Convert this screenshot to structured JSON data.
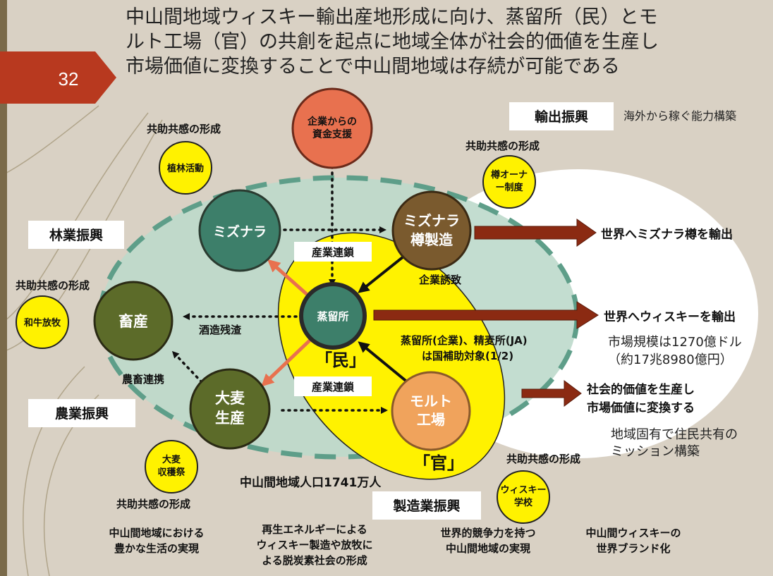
{
  "slide": {
    "number": "32",
    "title_lines": [
      "中山間地域ウィスキー輸出産地形成に向け、蒸留所（民）とモ",
      "ルト工場（官）の共創を起点に地域全体が社会的価値を生産し",
      "市場価値に変換することで中山間地域は存続が可能である"
    ]
  },
  "nodes": {
    "corporate_funding": [
      "企業からの",
      "資金支援"
    ],
    "mizunara": "ミズナラ",
    "mizunara_barrel": [
      "ミズナラ",
      "樽製造"
    ],
    "distillery": "蒸留所",
    "livestock": "畜産",
    "barley": [
      "大麦",
      "生産"
    ],
    "malt_factory": [
      "モルト",
      "工場"
    ]
  },
  "small_nodes": {
    "afforestation": "植林活動",
    "barrel_owner": [
      "樽オーナ",
      "ー制度"
    ],
    "wagyu": "和牛放牧",
    "barley_festival": [
      "大麦",
      "収穫祭"
    ],
    "whisky_school": [
      "ウィスキー",
      "学校"
    ]
  },
  "labels": {
    "mutual_aid": "共助共感の形成",
    "industry_chain": "産業連鎖",
    "corporate_attraction": "企業誘致",
    "brewing_residue": "酒造残渣",
    "livestock_linkage": "農畜連携",
    "min_label": "「民」",
    "kan_label": "「官」",
    "subsidy": [
      "蒸留所(企業)、精麦所(JA)",
      "は国補助対象(1/2)"
    ],
    "population": "中山間地域人口1741万人",
    "overseas": "海外から稼ぐ能力構築"
  },
  "boxes": {
    "forestry": "林業振興",
    "agriculture": "農業振興",
    "export": "輸出振興",
    "manufacturing": "製造業振興"
  },
  "right_side": {
    "export_barrel": "世界へミズナラ樽を輸出",
    "export_whisky": "世界へウィスキーを輸出",
    "market_size": [
      "市場規模は1270億ドル",
      "（約17兆8980億円）"
    ],
    "social_value": [
      "社会的価値を生産し",
      "市場価値に変換する"
    ],
    "mission": [
      "地域固有で住民共有の",
      "ミッション構築"
    ]
  },
  "bottom": {
    "item1": [
      "中山間地域における",
      "豊かな生活の実現"
    ],
    "item2": [
      "再生エネルギーによる",
      "ウィスキー製造や放牧に",
      "よる脱炭素社会の形成"
    ],
    "item3": [
      "世界的競争力を持つ",
      "中山間地域の実現"
    ],
    "item4": [
      "中山間ウィスキーの",
      "世界ブランド化"
    ]
  },
  "colors": {
    "background": "#d9d1c4",
    "slide_number_bg": "#b8391f",
    "green_node": "#3d7f6a",
    "brown_node": "#7a5a2e",
    "livestock_node": "#5c6b29",
    "orange_node": "#e8714f",
    "malt_node": "#f0a35c",
    "yellow": "#fff200",
    "light_teal": "#bcd9cb",
    "dashed_teal": "#5e9e89",
    "dark_red_arrow": "#8b2a12"
  }
}
